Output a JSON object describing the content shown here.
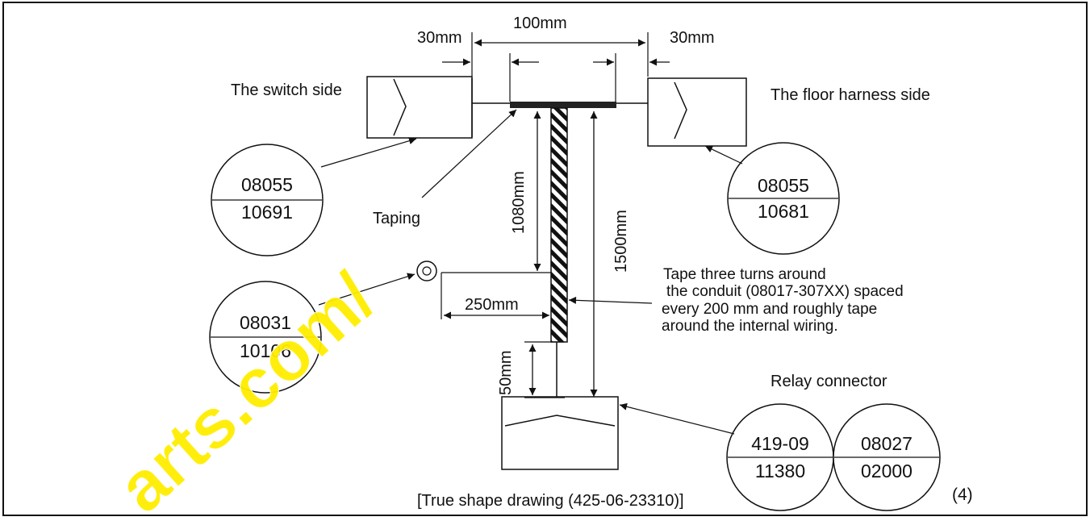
{
  "labels": {
    "dim_100": "100mm",
    "dim_30_left": "30mm",
    "dim_30_right": "30mm",
    "dim_1080": "1080mm",
    "dim_1500": "1500mm",
    "dim_250": "250mm",
    "dim_50": "50mm",
    "switch_side": "The switch side",
    "floor_side": "The floor harness side",
    "taping": "Taping",
    "tape_note_1": "Tape three turns around",
    "tape_note_2": "the conduit (08017-307XX) spaced",
    "tape_note_3": "every 200 mm and roughly tape",
    "tape_note_4": "around the internal wiring.",
    "relay_connector": "Relay connector",
    "caption": "[True shape drawing (425-06-23310)]",
    "page_number": "(4)"
  },
  "callouts": {
    "switch_top": "08055",
    "switch_bottom": "10691",
    "floor_top": "08055",
    "floor_bottom": "10681",
    "clamp_top": "08031",
    "clamp_bottom": "10106",
    "relay1_top": "419-09",
    "relay1_bottom": "11380",
    "relay2_top": "08027",
    "relay2_bottom": "02000"
  },
  "watermark": "arts.com/"
}
